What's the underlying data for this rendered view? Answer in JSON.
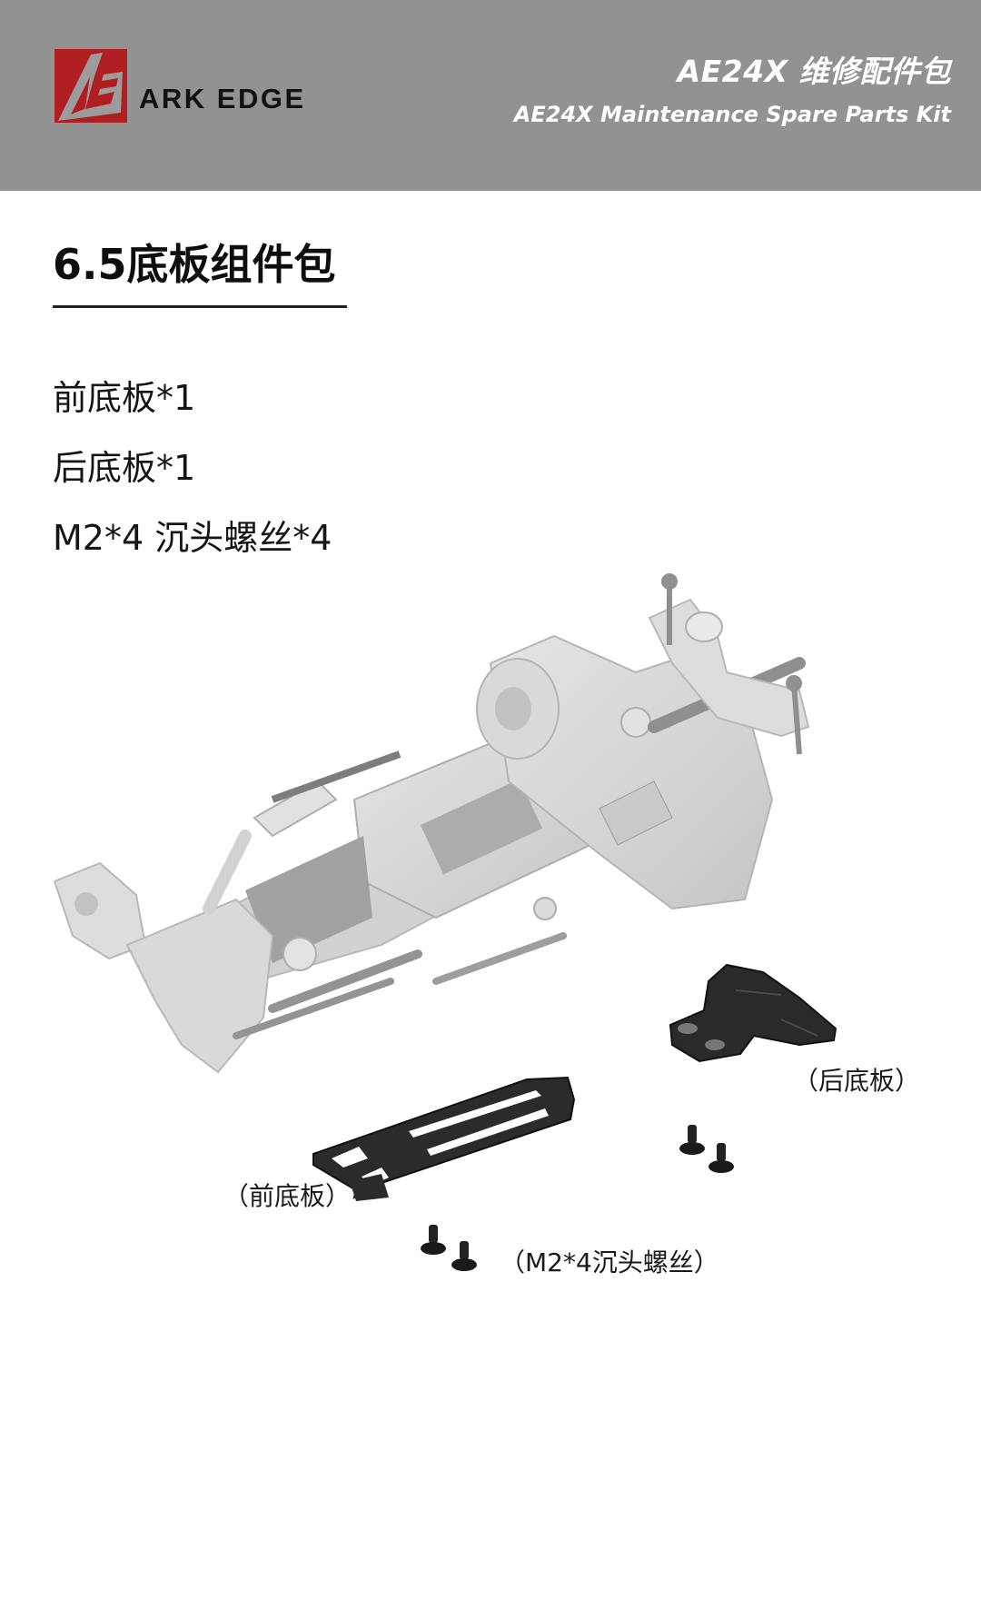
{
  "header": {
    "brand_name": "ARK EDGE",
    "logo_icon": "ae-logo-icon",
    "title_cn": "AE24X 维修配件包",
    "title_en": "AE24X Maintenance Spare Parts Kit",
    "colors": {
      "background": "#929292",
      "logo_red": "#b01e22",
      "title_text": "#ffffff"
    }
  },
  "section": {
    "title": "6.5底板组件包",
    "parts": [
      {
        "label": "前底板*1"
      },
      {
        "label": "后底板*1"
      },
      {
        "label": "M2*4 沉头螺丝*4"
      }
    ]
  },
  "illustration": {
    "chassis_icon": "chassis-assembly-icon",
    "callouts": {
      "rear_plate": "（后底板）",
      "front_plate": "（前底板）",
      "screws": "（M2*4沉头螺丝）"
    }
  }
}
